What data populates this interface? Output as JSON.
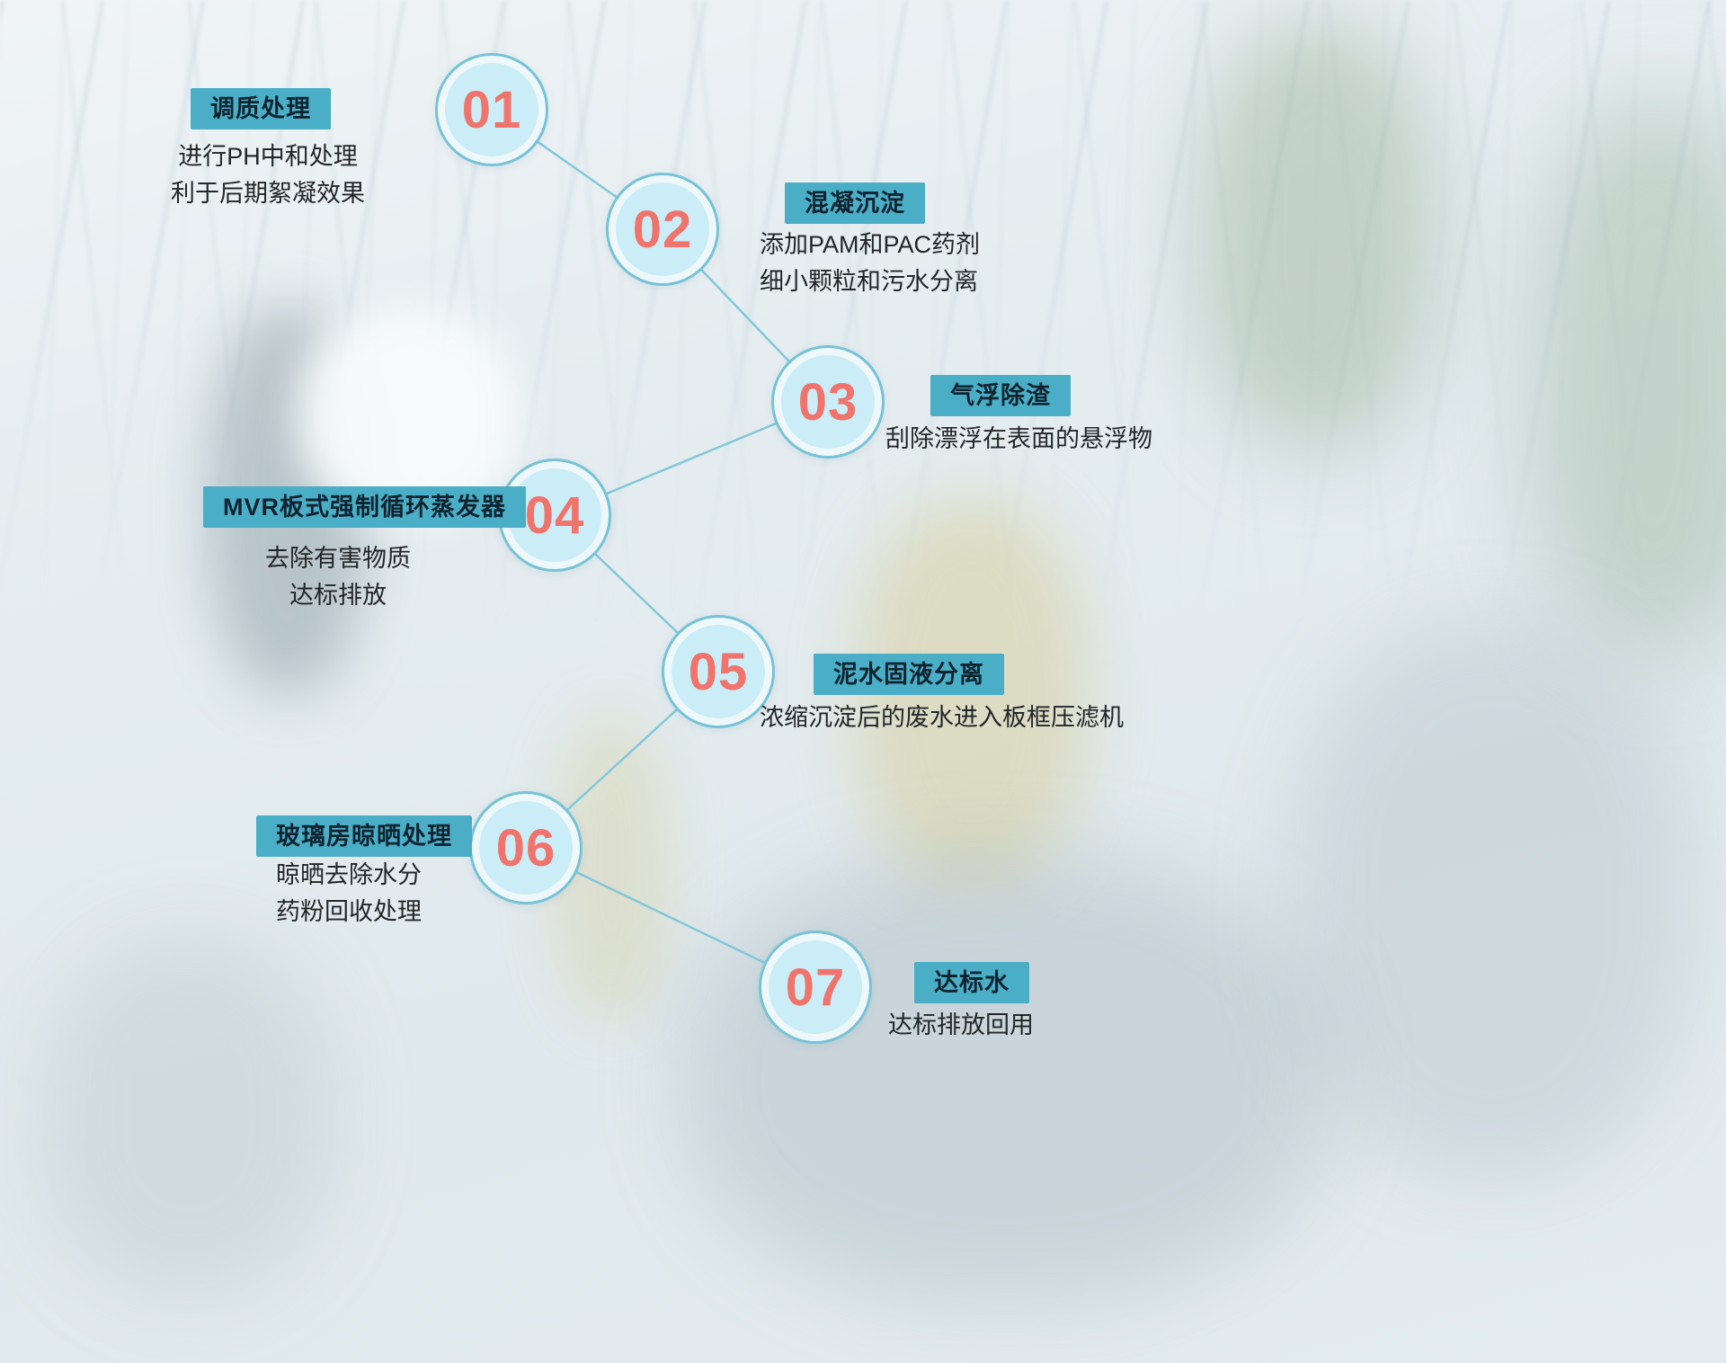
{
  "steps": [
    {
      "number": "01",
      "label": "调质处理",
      "desc": [
        "进行PH中和处理",
        "利于后期絮凝效果"
      ]
    },
    {
      "number": "02",
      "label": "混凝沉淀",
      "desc": [
        "添加PAM和PAC药剂",
        "细小颗粒和污水分离"
      ]
    },
    {
      "number": "03",
      "label": "气浮除渣",
      "desc": [
        "刮除漂浮在表面的悬浮物"
      ]
    },
    {
      "number": "04",
      "label": "MVR板式强制循环蒸发器",
      "desc": [
        "去除有害物质",
        "达标排放"
      ]
    },
    {
      "number": "05",
      "label": "泥水固液分离",
      "desc": [
        "浓缩沉淀后的废水进入板框压滤机"
      ]
    },
    {
      "number": "06",
      "label": "玻璃房晾晒处理",
      "desc": [
        "晾晒去除水分",
        "药粉回收处理"
      ]
    },
    {
      "number": "07",
      "label": "达标水",
      "desc": [
        "达标排放回用"
      ]
    }
  ],
  "colors": {
    "circle_fill": "#cbedf8",
    "circle_ring": "#eef8fb",
    "circle_border": "#76c3d7",
    "number": "#f1746c",
    "label_bg": "#4aaec6",
    "label_text": "#0f2430",
    "desc_text": "#232629",
    "connector": "#82c8da",
    "background": "#e2ebee"
  }
}
